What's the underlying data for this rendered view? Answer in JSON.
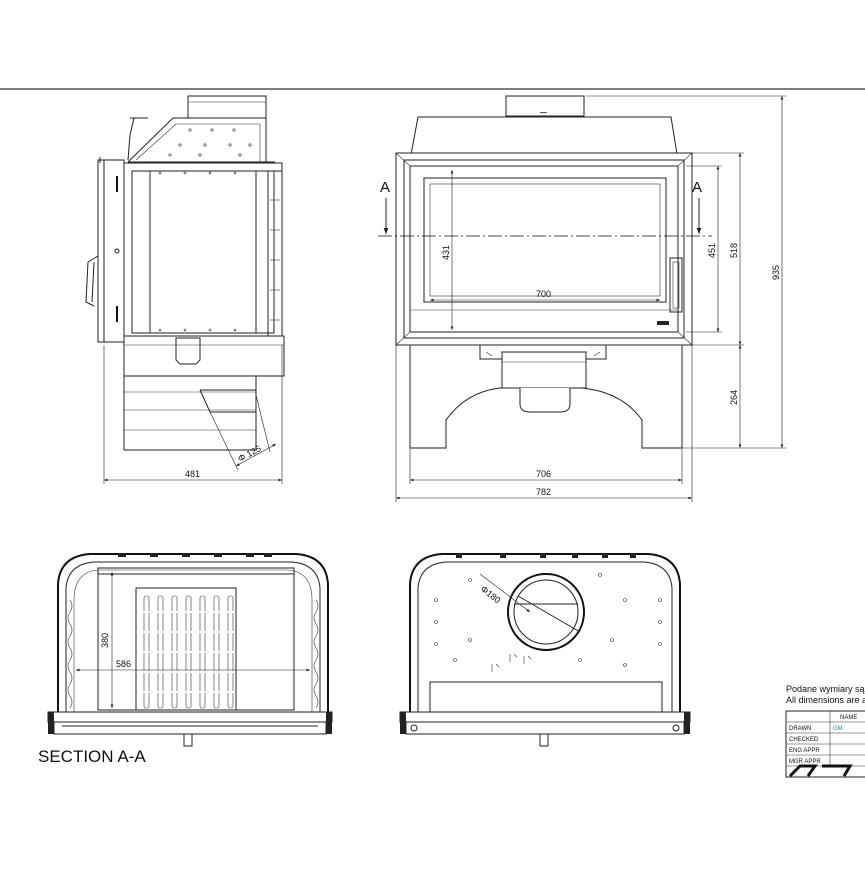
{
  "dimensions": {
    "side_width": "481",
    "flue_diameter": "Φ 125",
    "glass_height": "431",
    "glass_width": "700",
    "opening_height": "451",
    "frame_height": "518",
    "total_height": "935",
    "leg_height": "264",
    "body_width": "706",
    "frame_width": "782",
    "section_height": "380",
    "section_width": "586",
    "top_flue_diameter": "Φ180"
  },
  "section_marks": {
    "left": "A",
    "right": "A"
  },
  "section_title": "SECTION A-A",
  "notes": {
    "line1": "Podane wymiary są",
    "line2": "All dimensions are a"
  },
  "title_block": {
    "header": "NAME",
    "rows": [
      {
        "label": "DRAWN",
        "value": "GM"
      },
      {
        "label": "CHECKED",
        "value": ""
      },
      {
        "label": "ENG APPR",
        "value": ""
      },
      {
        "label": "MGR APPR",
        "value": ""
      }
    ]
  }
}
